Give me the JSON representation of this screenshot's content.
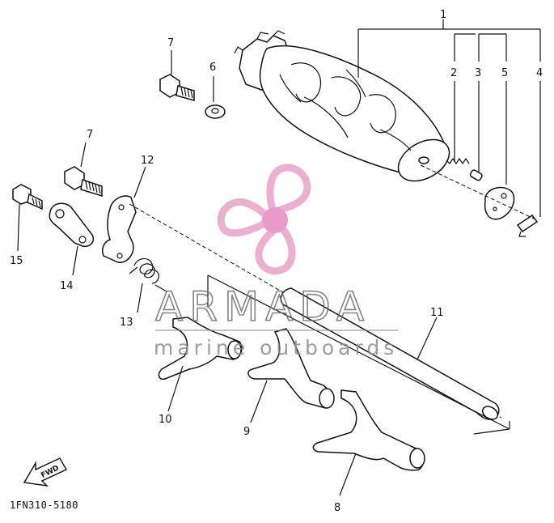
{
  "callouts": {
    "c1": "1",
    "c2": "2",
    "c3": "3",
    "c4": "4",
    "c5": "5",
    "c6": "6",
    "c7a": "7",
    "c7b": "7",
    "c8": "8",
    "c9": "9",
    "c10": "10",
    "c11": "11",
    "c12": "12",
    "c13": "13",
    "c14": "14",
    "c15": "15"
  },
  "diagram_code": "1FN310-5180",
  "fwd_label": "FWD",
  "watermark": {
    "title": "ARMADA",
    "subtitle": "marine outboards"
  },
  "colors": {
    "line": "#111111",
    "logo_pink": "#e8a2c8",
    "logo_hub": "#e58ac0",
    "watermark_gray": "#6f6f6f"
  }
}
